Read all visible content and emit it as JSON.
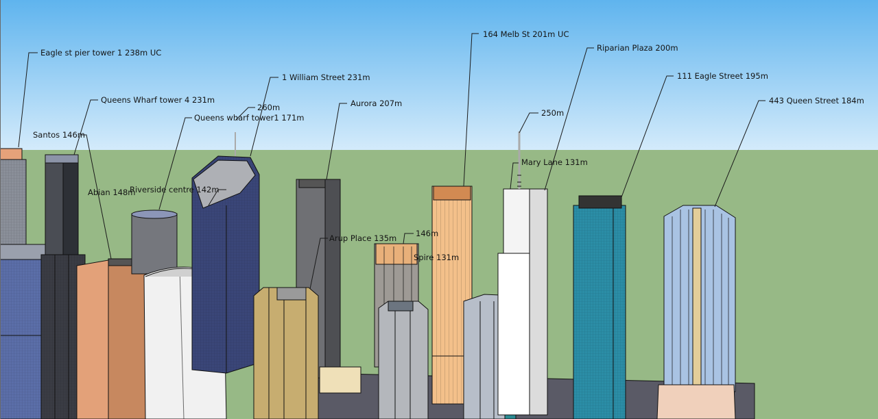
{
  "viewport": {
    "colors": {
      "sky_top": "#5fb4ee",
      "sky_bottom": "#d4ebfb",
      "ground": "#97b986",
      "edge": "#111111",
      "leader": "#1a1a1a"
    }
  },
  "labels": {
    "eagle_st_pier": "Eagle st pier tower 1 238m UC",
    "queens_wharf_4": "Queens Wharf tower 4 231m",
    "santos": "Santos 146m",
    "abian": "Abian 148m",
    "queens_wharf_1": "Queens wharf tower1  171m",
    "height_260": "260m",
    "riverside": "Riverside centre 142m",
    "one_william": "1 William Street 231m",
    "aurora": "Aurora 207m",
    "one_one_one_place": "Arup Place 135m",
    "height_146": "146m",
    "spire": "Spire 131m",
    "melb_st": "164 Melb St 201m UC",
    "height_250": "250m",
    "mary_lane": "Mary Lane 131m",
    "riparian": "Riparian Plaza 200m",
    "eagle_111": "111 Eagle Street 195m",
    "queen_443": "443 Queen Street 184m"
  }
}
